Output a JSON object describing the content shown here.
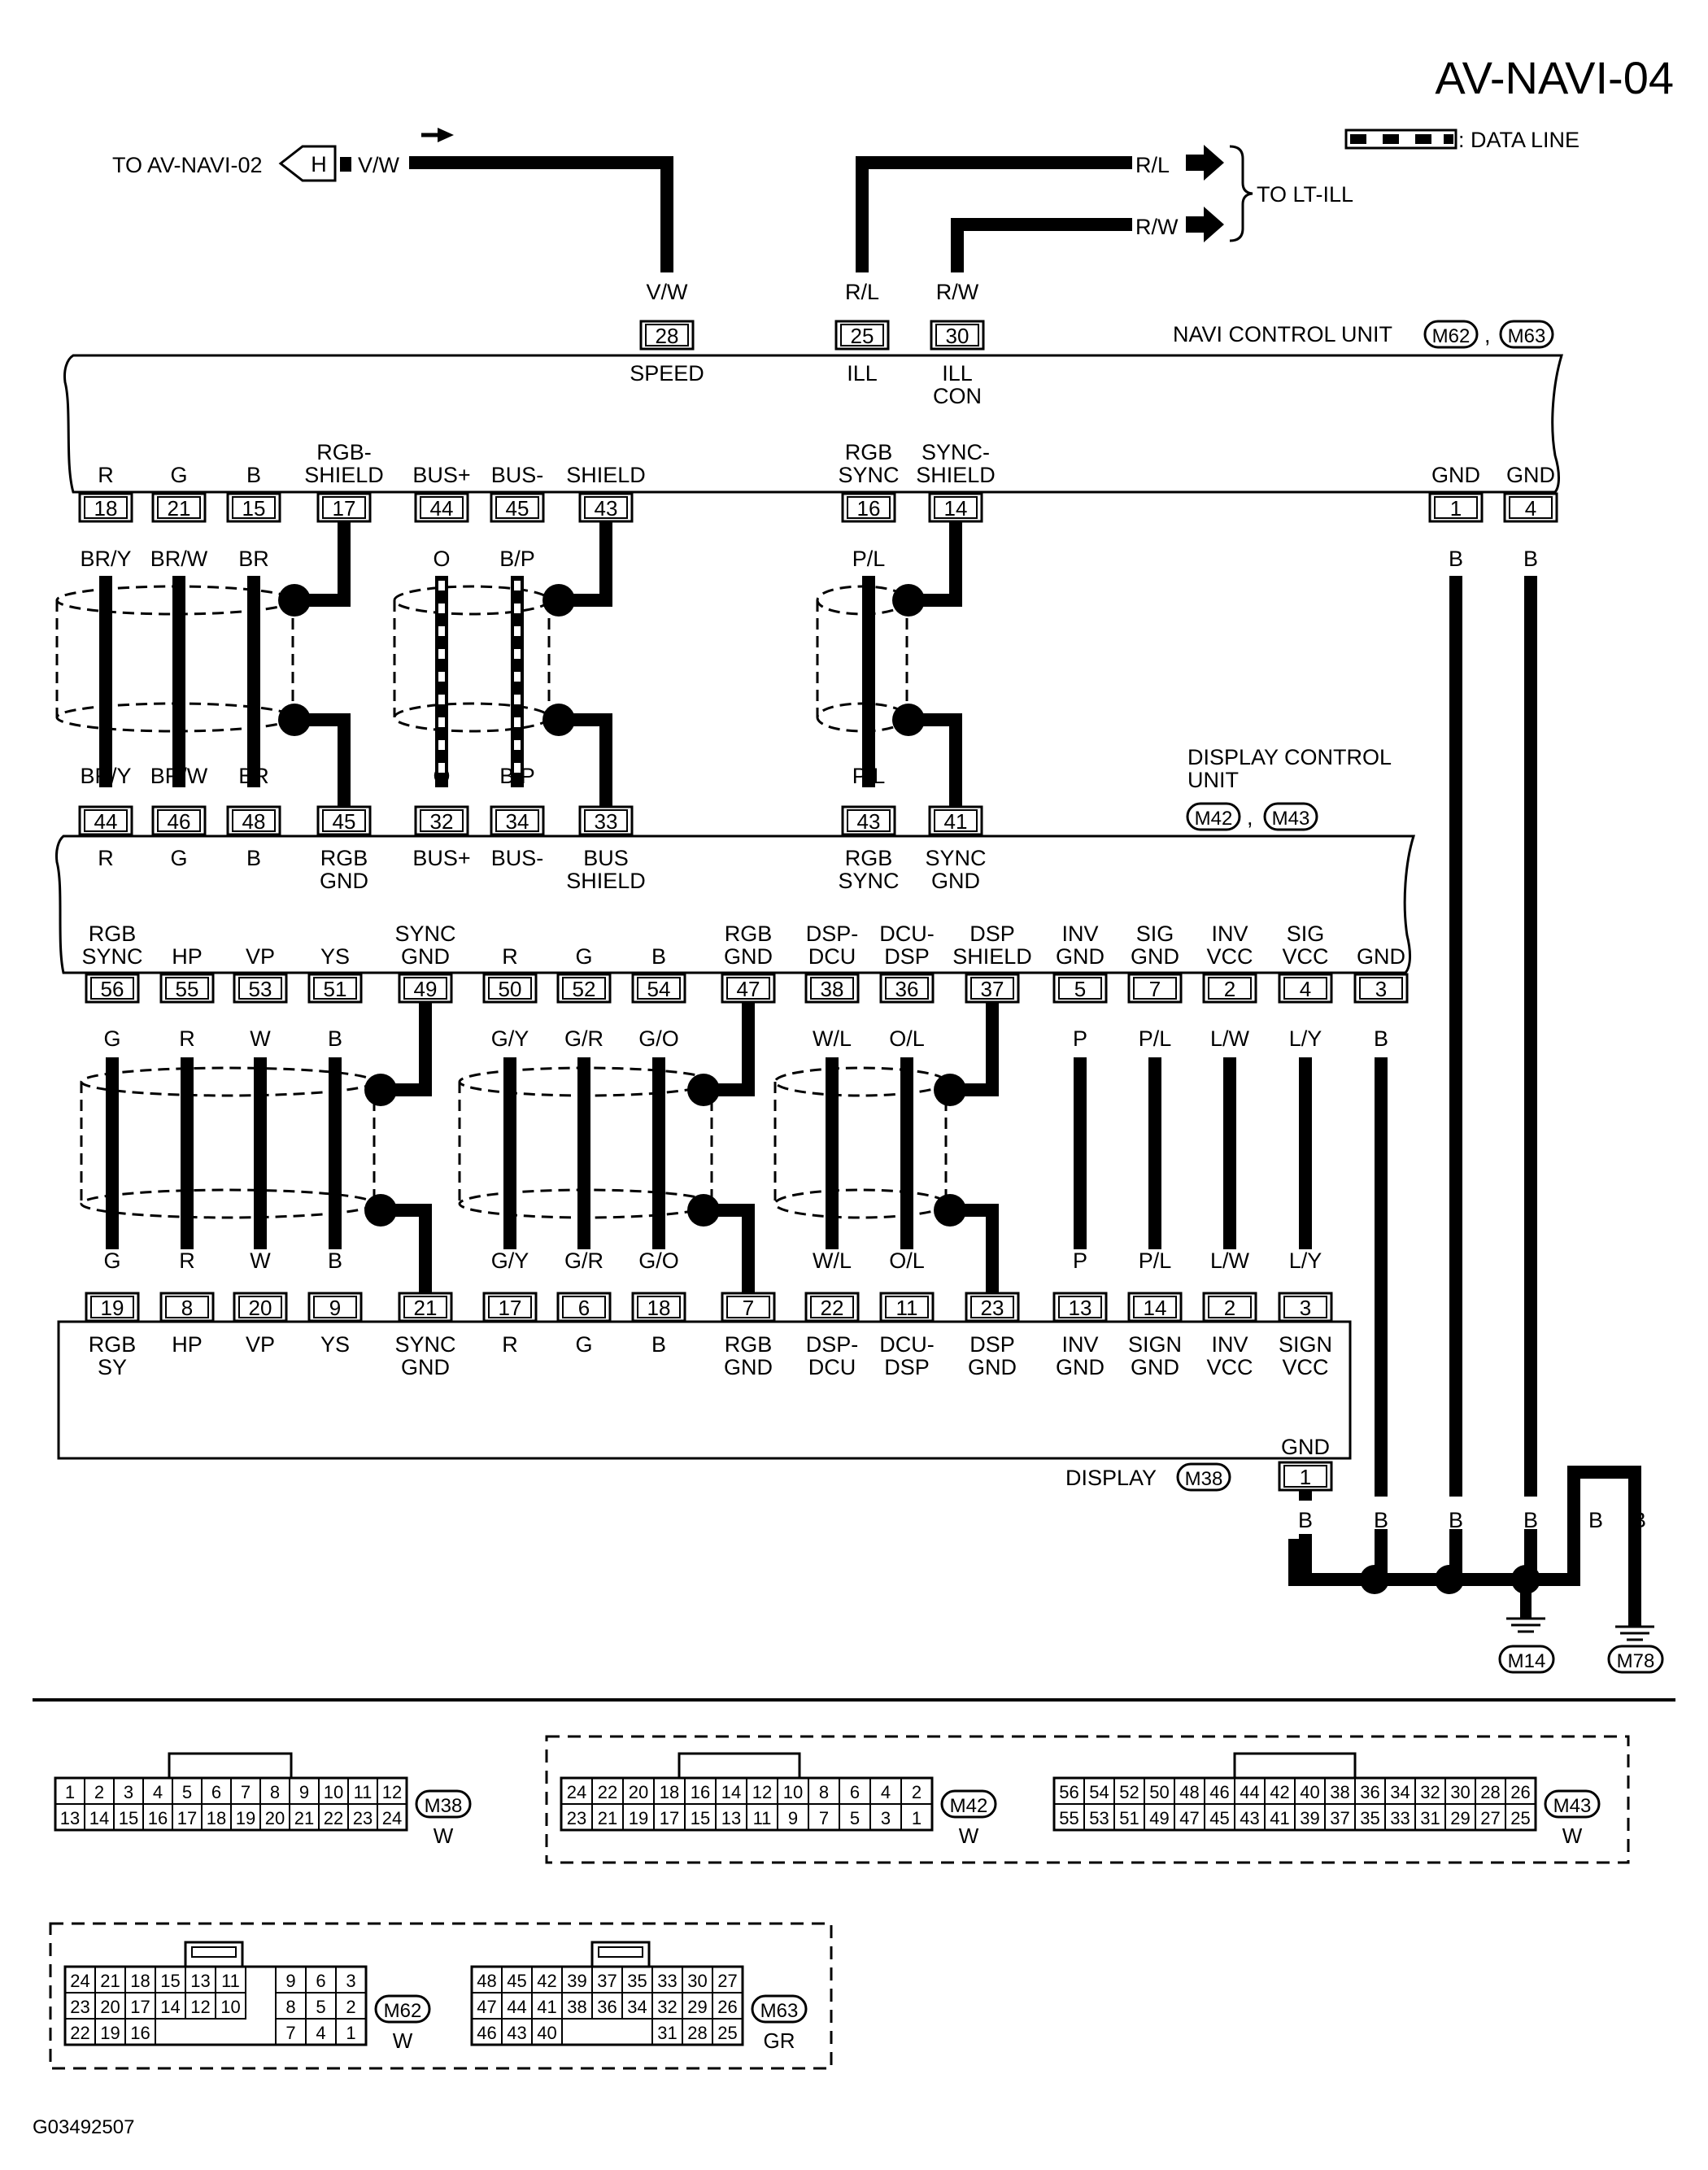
{
  "page": {
    "title": "AV-NAVI-04",
    "legend_label": ": DATA LINE",
    "image_code": "G03492507"
  },
  "offpage": {
    "to_av_navi_02": "TO AV-NAVI-02",
    "connector_letter": "H",
    "vw_wire": "V/W",
    "to_lt_ill": "TO LT-ILL",
    "rl_wire": "R/L",
    "rw_wire": "R/W"
  },
  "units": {
    "navi": {
      "name": "NAVI CONTROL UNIT",
      "conn1": "M62",
      "conn2": "M63",
      "sep": ","
    },
    "display_control": {
      "name1": "DISPLAY CONTROL",
      "name2": "UNIT",
      "conn1": "M42",
      "conn2": "M43",
      "sep": ","
    },
    "display": {
      "name": "DISPLAY",
      "conn": "M38"
    }
  },
  "navi_top_pins": [
    {
      "pin": "28",
      "wire": "V/W",
      "label1": "SPEED",
      "label2": ""
    },
    {
      "pin": "25",
      "wire": "R/L",
      "label1": "ILL",
      "label2": ""
    },
    {
      "pin": "30",
      "wire": "R/W",
      "label1": "ILL",
      "label2": "CON"
    }
  ],
  "navi_bottom_pins": [
    {
      "pin": "18",
      "label1": "",
      "label2": "R",
      "wire": "BR/Y"
    },
    {
      "pin": "21",
      "label1": "",
      "label2": "G",
      "wire": "BR/W"
    },
    {
      "pin": "15",
      "label1": "",
      "label2": "B",
      "wire": "BR"
    },
    {
      "pin": "17",
      "label1": "RGB-",
      "label2": "SHIELD",
      "wire": ""
    },
    {
      "pin": "44",
      "label1": "",
      "label2": "BUS+",
      "wire": "O"
    },
    {
      "pin": "45",
      "label1": "",
      "label2": "BUS-",
      "wire": "B/P"
    },
    {
      "pin": "43",
      "label1": "",
      "label2": "SHIELD",
      "wire": ""
    },
    {
      "pin": "16",
      "label1": "RGB",
      "label2": "SYNC",
      "wire": "P/L"
    },
    {
      "pin": "14",
      "label1": "SYNC-",
      "label2": "SHIELD",
      "wire": ""
    },
    {
      "pin": "1",
      "label1": "",
      "label2": "GND",
      "wire": "B"
    },
    {
      "pin": "4",
      "label1": "",
      "label2": "GND",
      "wire": "B"
    }
  ],
  "dcu_top_pins": [
    {
      "pin": "44",
      "wire": "BR/Y",
      "label1": "R",
      "label2": ""
    },
    {
      "pin": "46",
      "wire": "BR/W",
      "label1": "G",
      "label2": ""
    },
    {
      "pin": "48",
      "wire": "BR",
      "label1": "B",
      "label2": ""
    },
    {
      "pin": "45",
      "wire": "",
      "label1": "RGB",
      "label2": "GND"
    },
    {
      "pin": "32",
      "wire": "O",
      "label1": "BUS+",
      "label2": ""
    },
    {
      "pin": "34",
      "wire": "B/P",
      "label1": "BUS-",
      "label2": ""
    },
    {
      "pin": "33",
      "wire": "",
      "label1": "BUS",
      "label2": "SHIELD"
    },
    {
      "pin": "43",
      "wire": "P/L",
      "label1": "RGB",
      "label2": "SYNC"
    },
    {
      "pin": "41",
      "wire": "",
      "label1": "SYNC",
      "label2": "GND"
    }
  ],
  "dcu_bottom_pins": [
    {
      "pin": "56",
      "label1": "RGB",
      "label2": "SYNC",
      "wire": "G"
    },
    {
      "pin": "55",
      "label1": "",
      "label2": "HP",
      "wire": "R"
    },
    {
      "pin": "53",
      "label1": "",
      "label2": "VP",
      "wire": "W"
    },
    {
      "pin": "51",
      "label1": "",
      "label2": "YS",
      "wire": "B"
    },
    {
      "pin": "49",
      "label1": "SYNC",
      "label2": "GND",
      "wire": ""
    },
    {
      "pin": "50",
      "label1": "",
      "label2": "R",
      "wire": "G/Y"
    },
    {
      "pin": "52",
      "label1": "",
      "label2": "G",
      "wire": "G/R"
    },
    {
      "pin": "54",
      "label1": "",
      "label2": "B",
      "wire": "G/O"
    },
    {
      "pin": "47",
      "label1": "RGB",
      "label2": "GND",
      "wire": ""
    },
    {
      "pin": "38",
      "label1": "DSP-",
      "label2": "DCU",
      "wire": "W/L"
    },
    {
      "pin": "36",
      "label1": "DCU-",
      "label2": "DSP",
      "wire": "O/L"
    },
    {
      "pin": "37",
      "label1": "DSP",
      "label2": "SHIELD",
      "wire": ""
    },
    {
      "pin": "5",
      "label1": "INV",
      "label2": "GND",
      "wire": "P"
    },
    {
      "pin": "7",
      "label1": "SIG",
      "label2": "GND",
      "wire": "P/L"
    },
    {
      "pin": "2",
      "label1": "INV",
      "label2": "VCC",
      "wire": "L/W"
    },
    {
      "pin": "4",
      "label1": "SIG",
      "label2": "VCC",
      "wire": "L/Y"
    },
    {
      "pin": "3",
      "label1": "",
      "label2": "GND",
      "wire": "B"
    }
  ],
  "display_pins": [
    {
      "pin": "19",
      "wire": "G",
      "label1": "RGB",
      "label2": "SY"
    },
    {
      "pin": "8",
      "wire": "R",
      "label1": "HP",
      "label2": ""
    },
    {
      "pin": "20",
      "wire": "W",
      "label1": "VP",
      "label2": ""
    },
    {
      "pin": "9",
      "wire": "B",
      "label1": "YS",
      "label2": ""
    },
    {
      "pin": "21",
      "wire": "",
      "label1": "SYNC",
      "label2": "GND"
    },
    {
      "pin": "17",
      "wire": "G/Y",
      "label1": "R",
      "label2": ""
    },
    {
      "pin": "6",
      "wire": "G/R",
      "label1": "G",
      "label2": ""
    },
    {
      "pin": "18",
      "wire": "G/O",
      "label1": "B",
      "label2": ""
    },
    {
      "pin": "7",
      "wire": "",
      "label1": "RGB",
      "label2": "GND"
    },
    {
      "pin": "22",
      "wire": "W/L",
      "label1": "DSP-",
      "label2": "DCU"
    },
    {
      "pin": "11",
      "wire": "O/L",
      "label1": "DCU-",
      "label2": "DSP"
    },
    {
      "pin": "23",
      "wire": "",
      "label1": "DSP",
      "label2": "GND"
    },
    {
      "pin": "13",
      "wire": "P",
      "label1": "INV",
      "label2": "GND"
    },
    {
      "pin": "14",
      "wire": "P/L",
      "label1": "SIGN",
      "label2": "GND"
    },
    {
      "pin": "2",
      "wire": "L/W",
      "label1": "INV",
      "label2": "VCC"
    },
    {
      "pin": "3",
      "wire": "L/Y",
      "label1": "SIGN",
      "label2": "VCC"
    }
  ],
  "display_gnd": {
    "pin": "1",
    "label": "GND"
  },
  "ground_wires": [
    "B",
    "B",
    "B",
    "B",
    "B",
    "B"
  ],
  "grounds": [
    "M14",
    "M78"
  ],
  "connectors": {
    "m38": {
      "id": "M38",
      "color": "W",
      "rows": [
        [
          "1",
          "2",
          "3",
          "4",
          "5",
          "6",
          "7",
          "8",
          "9",
          "10",
          "11",
          "12"
        ],
        [
          "13",
          "14",
          "15",
          "16",
          "17",
          "18",
          "19",
          "20",
          "21",
          "22",
          "23",
          "24"
        ]
      ]
    },
    "m42": {
      "id": "M42",
      "color": "W",
      "rows": [
        [
          "24",
          "22",
          "20",
          "18",
          "16",
          "14",
          "12",
          "10",
          "8",
          "6",
          "4",
          "2"
        ],
        [
          "23",
          "21",
          "19",
          "17",
          "15",
          "13",
          "11",
          "9",
          "7",
          "5",
          "3",
          "1"
        ]
      ]
    },
    "m43": {
      "id": "M43",
      "color": "W",
      "rows": [
        [
          "56",
          "54",
          "52",
          "50",
          "48",
          "46",
          "44",
          "42",
          "40",
          "38",
          "36",
          "34",
          "32",
          "30",
          "28",
          "26"
        ],
        [
          "55",
          "53",
          "51",
          "49",
          "47",
          "45",
          "43",
          "41",
          "39",
          "37",
          "35",
          "33",
          "31",
          "29",
          "27",
          "25"
        ]
      ]
    },
    "m62": {
      "id": "M62",
      "color": "W",
      "rows": [
        [
          "24",
          "21",
          "18",
          "15",
          "13",
          "11",
          "",
          "9",
          "6",
          "3"
        ],
        [
          "23",
          "20",
          "17",
          "14",
          "12",
          "10",
          "",
          "8",
          "5",
          "2"
        ],
        [
          "22",
          "19",
          "16",
          "",
          "",
          "",
          "",
          "7",
          "4",
          "1"
        ]
      ]
    },
    "m63": {
      "id": "M63",
      "color": "GR",
      "rows": [
        [
          "48",
          "45",
          "42",
          "39",
          "37",
          "35",
          "33",
          "30",
          "27"
        ],
        [
          "47",
          "44",
          "41",
          "38",
          "36",
          "34",
          "32",
          "29",
          "26"
        ],
        [
          "46",
          "43",
          "40",
          "",
          "",
          "",
          "31",
          "28",
          "25"
        ]
      ]
    }
  }
}
